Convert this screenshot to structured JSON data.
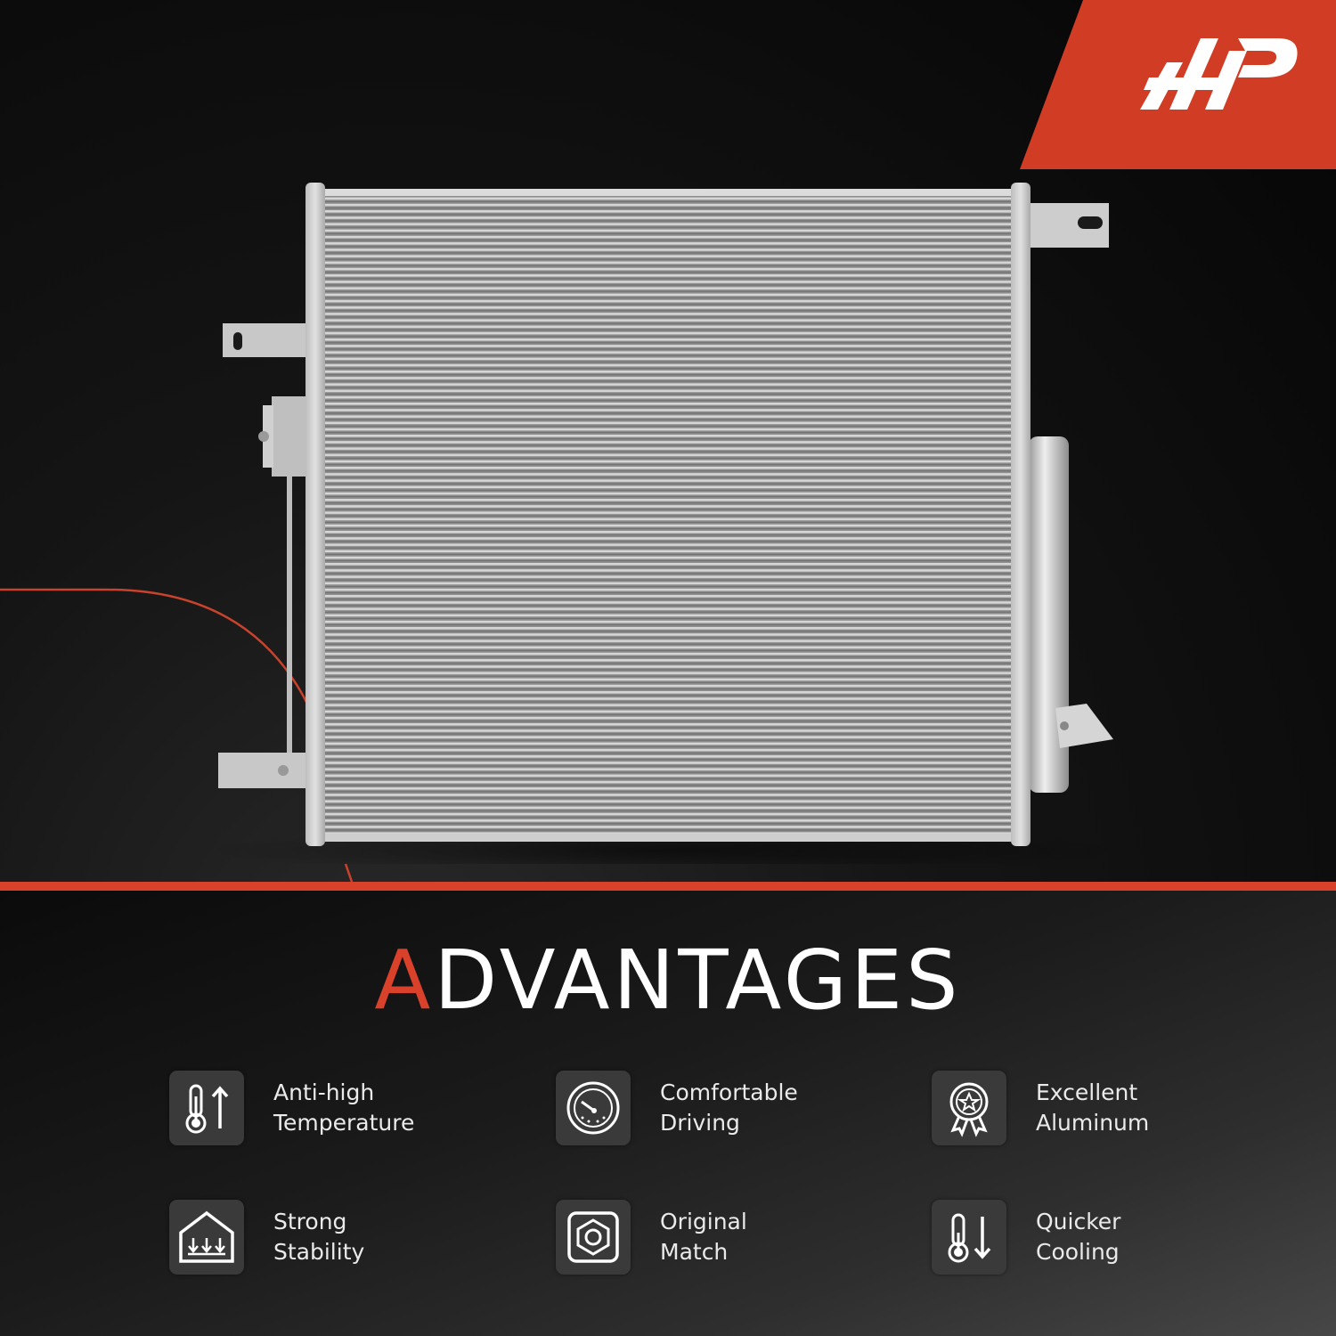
{
  "brand": {
    "accent_color": "#d9412a",
    "logo_icon": "a-premium-logo-icon"
  },
  "heading": {
    "first_letter": "A",
    "rest": "DVANTAGES"
  },
  "product": {
    "icon": "ac-condenser-image"
  },
  "features": [
    {
      "icon": "thermometer-up-icon",
      "label": "Anti-high\nTemperature"
    },
    {
      "icon": "gauge-icon",
      "label": "Comfortable\nDriving"
    },
    {
      "icon": "award-badge-icon",
      "label": "Excellent\nAluminum"
    },
    {
      "icon": "house-stability-icon",
      "label": "Strong\nStability"
    },
    {
      "icon": "hex-nut-icon",
      "label": "Original\nMatch"
    },
    {
      "icon": "thermometer-down-icon",
      "label": "Quicker\nCooling"
    }
  ]
}
